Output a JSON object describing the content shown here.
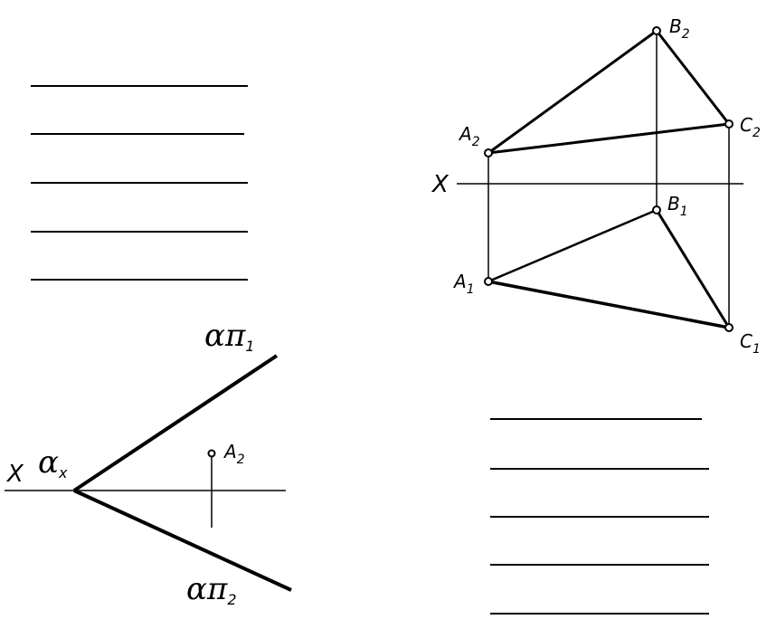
{
  "left_blanks": {
    "count": 5
  },
  "right_blanks": {
    "count": 5
  },
  "top_drawing": {
    "axis_label": "X",
    "labels": {
      "a2": {
        "main": "A",
        "sub": "2"
      },
      "b2": {
        "main": "B",
        "sub": "2"
      },
      "c2": {
        "main": "C",
        "sub": "2"
      },
      "a1": {
        "main": "A",
        "sub": "1"
      },
      "b1": {
        "main": "B",
        "sub": "1"
      },
      "c1": {
        "main": "C",
        "sub": "1"
      }
    }
  },
  "bottom_drawing": {
    "axis_label": "X",
    "alpha_x": {
      "main": "α",
      "sub": "x"
    },
    "alpha_pi1": {
      "main": "απ",
      "sub": "1"
    },
    "alpha_pi2": {
      "main": "απ",
      "sub": "2"
    },
    "point_a2": {
      "main": "A",
      "sub": "2"
    }
  },
  "colors": {
    "ink": "#000000",
    "background": "#ffffff"
  }
}
